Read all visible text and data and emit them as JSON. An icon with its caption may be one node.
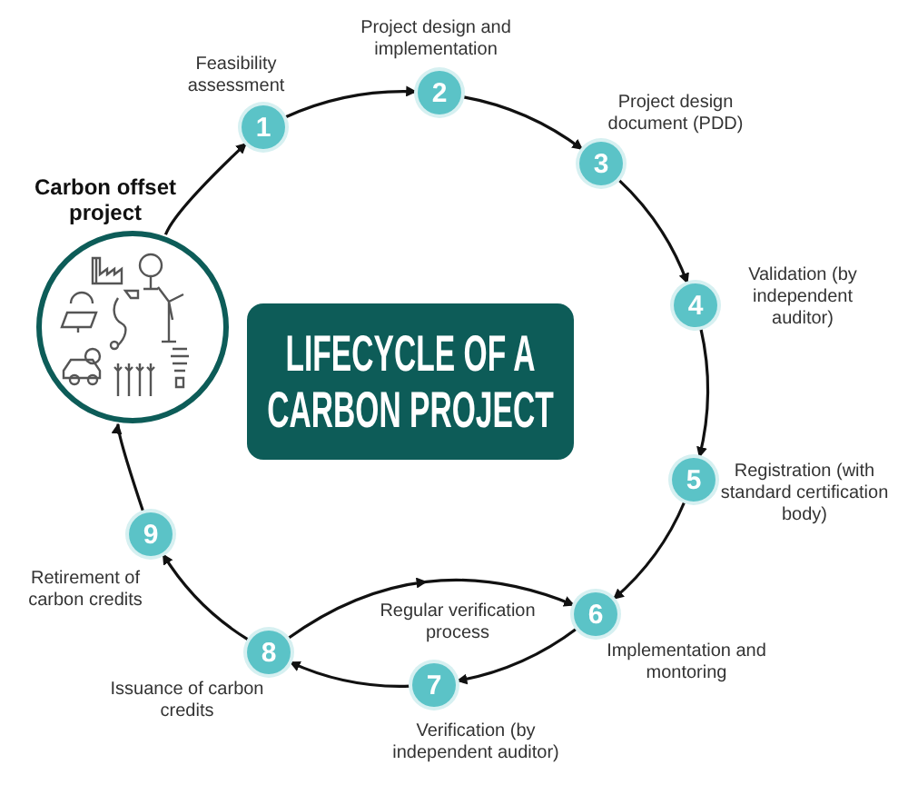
{
  "diagram": {
    "title": "LIFECYCLE OF A CARBON PROJECT",
    "nodes": [
      {
        "text": [
          "Carbon offset project"
        ]
      },
      {
        "text": [
          "1"
        ],
        "beside": [
          "Feasibility assessment"
        ]
      },
      {
        "text": [
          "2"
        ],
        "beside": [
          "Project design and implementation"
        ]
      },
      {
        "text": [
          "3"
        ],
        "beside": [
          "Project design document (PDD)"
        ]
      },
      {
        "text": [
          "4"
        ],
        "beside": [
          "Validation (by independent auditor)"
        ]
      },
      {
        "text": [
          "5"
        ],
        "beside": [
          "Registration (with standard certification body)"
        ]
      },
      {
        "text": [
          "6"
        ],
        "beside": [
          "Implementation and montoring"
        ]
      },
      {
        "text": [
          "7"
        ],
        "beside": [
          "Verification (by independent auditor)"
        ]
      },
      {
        "text": [
          "8"
        ],
        "beside": [
          "Issuance of carbon credits"
        ]
      },
      {
        "text": [
          "9"
        ],
        "beside": [
          "Retirement of carbon credits"
        ]
      }
    ],
    "edges": [
      {
        "from": 0,
        "to": 1,
        "arrow": "to"
      },
      {
        "from": 1,
        "to": 2,
        "arrow": "to"
      },
      {
        "from": 2,
        "to": 3,
        "arrow": "to"
      },
      {
        "from": 3,
        "to": 4,
        "arrow": "to"
      },
      {
        "from": 4,
        "to": 5,
        "arrow": "to"
      },
      {
        "from": 5,
        "to": 6,
        "arrow": "to"
      },
      {
        "from": 6,
        "to": 7,
        "arrow": "to"
      },
      {
        "from": 7,
        "to": 8,
        "arrow": "to"
      },
      {
        "from": 8,
        "to": 9,
        "arrow": "to"
      },
      {
        "from": 9,
        "to": 0,
        "arrow": "to"
      },
      {
        "from": 8,
        "to": 6,
        "arrow": "to",
        "label": "Regular verification process"
      }
    ]
  }
}
